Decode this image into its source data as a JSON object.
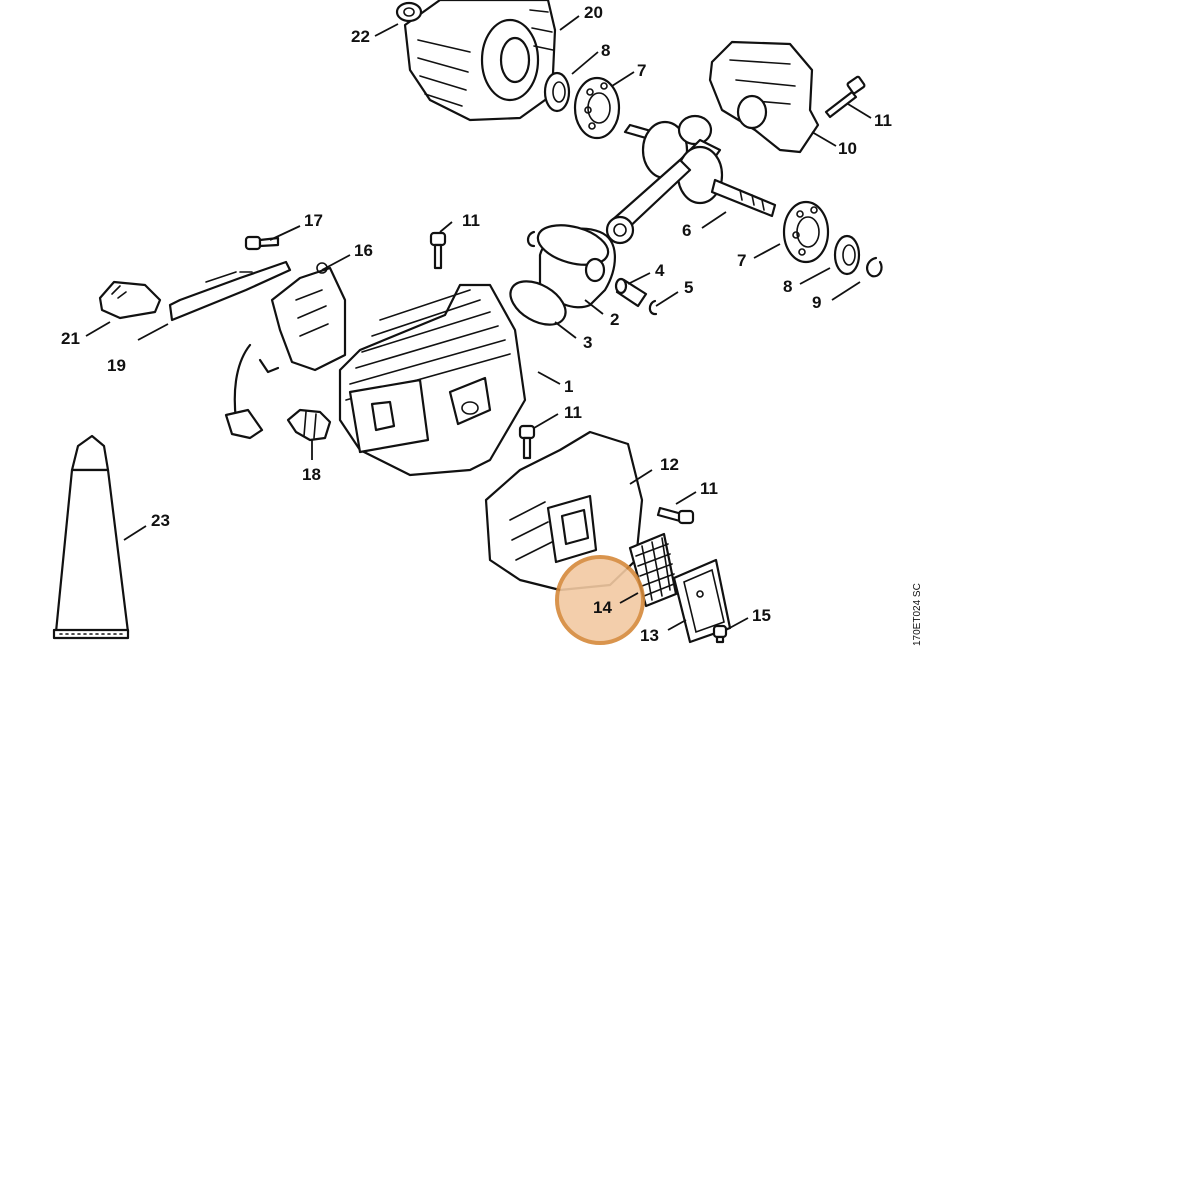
{
  "diagram": {
    "drawing_code": "170ET024 SC",
    "highlight": {
      "part": "14",
      "color": "#D5893A",
      "fill": "#F2C9A2"
    },
    "callouts": [
      {
        "id": "1",
        "text": "1"
      },
      {
        "id": "2",
        "text": "2"
      },
      {
        "id": "3",
        "text": "3"
      },
      {
        "id": "4",
        "text": "4"
      },
      {
        "id": "5",
        "text": "5"
      },
      {
        "id": "6",
        "text": "6"
      },
      {
        "id": "7a",
        "text": "7"
      },
      {
        "id": "7b",
        "text": "7"
      },
      {
        "id": "8a",
        "text": "8"
      },
      {
        "id": "8b",
        "text": "8"
      },
      {
        "id": "9",
        "text": "9"
      },
      {
        "id": "10",
        "text": "10"
      },
      {
        "id": "11a",
        "text": "11"
      },
      {
        "id": "11b",
        "text": "11"
      },
      {
        "id": "11c",
        "text": "11"
      },
      {
        "id": "11d",
        "text": "11"
      },
      {
        "id": "12",
        "text": "12"
      },
      {
        "id": "13",
        "text": "13"
      },
      {
        "id": "14",
        "text": "14"
      },
      {
        "id": "15",
        "text": "15"
      },
      {
        "id": "16",
        "text": "16"
      },
      {
        "id": "17",
        "text": "17"
      },
      {
        "id": "18",
        "text": "18"
      },
      {
        "id": "19",
        "text": "19"
      },
      {
        "id": "20",
        "text": "20"
      },
      {
        "id": "21",
        "text": "21"
      },
      {
        "id": "22",
        "text": "22"
      },
      {
        "id": "23",
        "text": "23"
      }
    ]
  }
}
